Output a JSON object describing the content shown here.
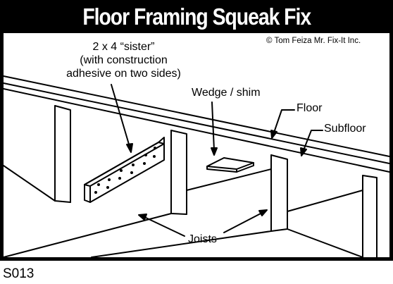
{
  "title": "Floor Framing Squeak Fix",
  "copyright": "© Tom Feiza Mr. Fix-It Inc.",
  "labels": {
    "sister_line1": "2 x 4 “sister”",
    "sister_line2": "(with construction",
    "sister_line3": "adhesive on two sides)",
    "wedge": "Wedge / shim",
    "floor": "Floor",
    "subfloor": "Subfloor",
    "joists": "Joists"
  },
  "code": "S013",
  "colors": {
    "ink": "#000000",
    "paper": "#ffffff"
  }
}
